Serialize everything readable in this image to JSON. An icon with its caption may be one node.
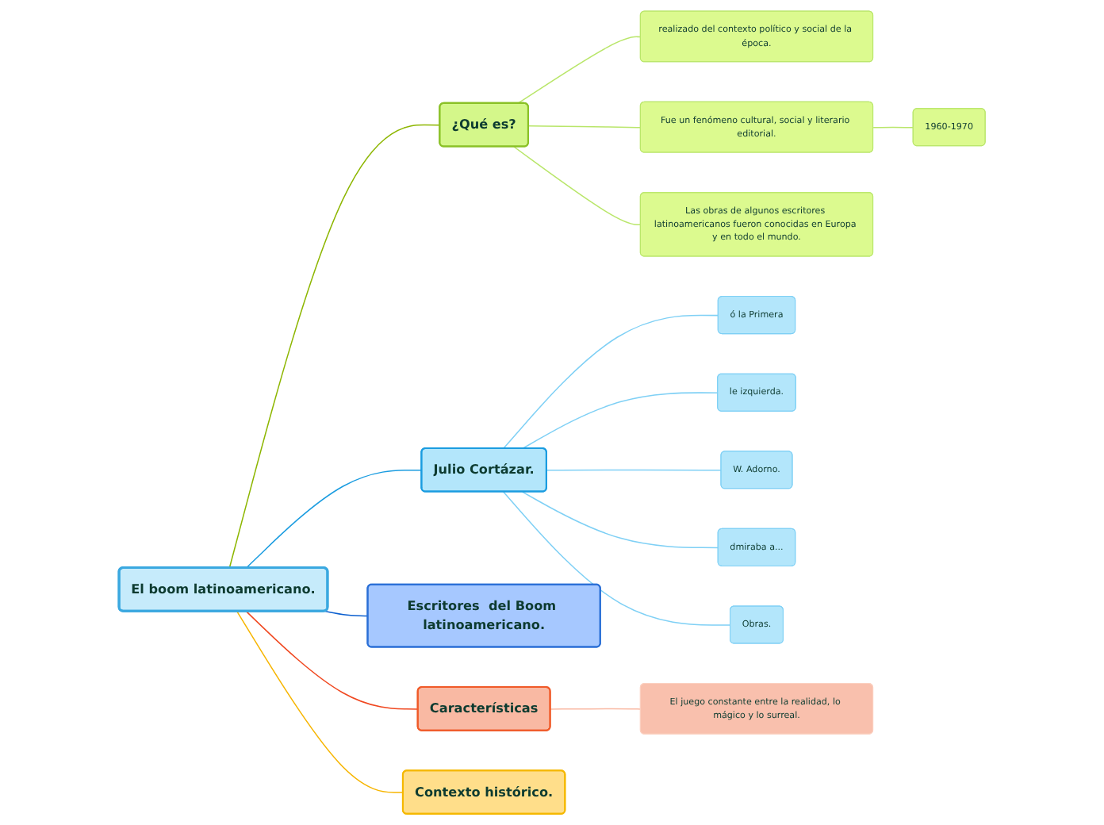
{
  "diagram": {
    "nodes": [
      {
        "text": [
          "El boom latinoamericano."
        ]
      },
      {
        "text": [
          "¿Qué es?"
        ]
      },
      {
        "text": [
          "realizado del contexto político y social de la época."
        ]
      },
      {
        "text": [
          "Fue un fenómeno cultural, social y literario editorial."
        ]
      },
      {
        "text": [
          "1960-1970"
        ]
      },
      {
        "text": [
          "Las obras de algunos escritores latinoamericanos fueron conocidas en Europa y en todo el mundo."
        ]
      },
      {
        "text": [
          "Julio Cortázar."
        ]
      },
      {
        "text": [
          "ó la Primera"
        ]
      },
      {
        "text": [
          "le izquierda."
        ]
      },
      {
        "text": [
          "W. Adorno."
        ]
      },
      {
        "text": [
          "dmiraba a..."
        ]
      },
      {
        "text": [
          "Obras."
        ]
      },
      {
        "text": [
          "Contexto histórico."
        ]
      },
      {
        "text": [
          "Escritores  del Boom latinoamericano."
        ]
      },
      {
        "text": [
          "Características"
        ]
      },
      {
        "text": [
          "El juego constante entre la realidad, lo mágico y lo surreal."
        ]
      }
    ],
    "edges": [
      {
        "from": 0,
        "to": 1,
        "arrow": "none",
        "color": "#8db600"
      },
      {
        "from": 1,
        "to": 2,
        "arrow": "none",
        "color": "#b9e66a"
      },
      {
        "from": 1,
        "to": 3,
        "arrow": "none",
        "color": "#b9e66a"
      },
      {
        "from": 3,
        "to": 4,
        "arrow": "none",
        "color": "#b9e66a"
      },
      {
        "from": 1,
        "to": 5,
        "arrow": "none",
        "color": "#b9e66a"
      },
      {
        "from": 0,
        "to": 6,
        "arrow": "none",
        "color": "#1a9ce0"
      },
      {
        "from": 6,
        "to": 7,
        "arrow": "none",
        "color": "#7fd0f5"
      },
      {
        "from": 6,
        "to": 8,
        "arrow": "none",
        "color": "#7fd0f5"
      },
      {
        "from": 6,
        "to": 9,
        "arrow": "none",
        "color": "#7fd0f5"
      },
      {
        "from": 6,
        "to": 10,
        "arrow": "none",
        "color": "#7fd0f5"
      },
      {
        "from": 6,
        "to": 11,
        "arrow": "none",
        "color": "#7fd0f5"
      },
      {
        "from": 0,
        "to": 12,
        "arrow": "none",
        "color": "#f7b500"
      },
      {
        "from": 0,
        "to": 13,
        "arrow": "none",
        "color": "#0b5fcf"
      },
      {
        "from": 0,
        "to": 14,
        "arrow": "none",
        "color": "#f0471f"
      },
      {
        "from": 14,
        "to": 15,
        "arrow": "none",
        "color": "#f9b9a3"
      }
    ]
  }
}
